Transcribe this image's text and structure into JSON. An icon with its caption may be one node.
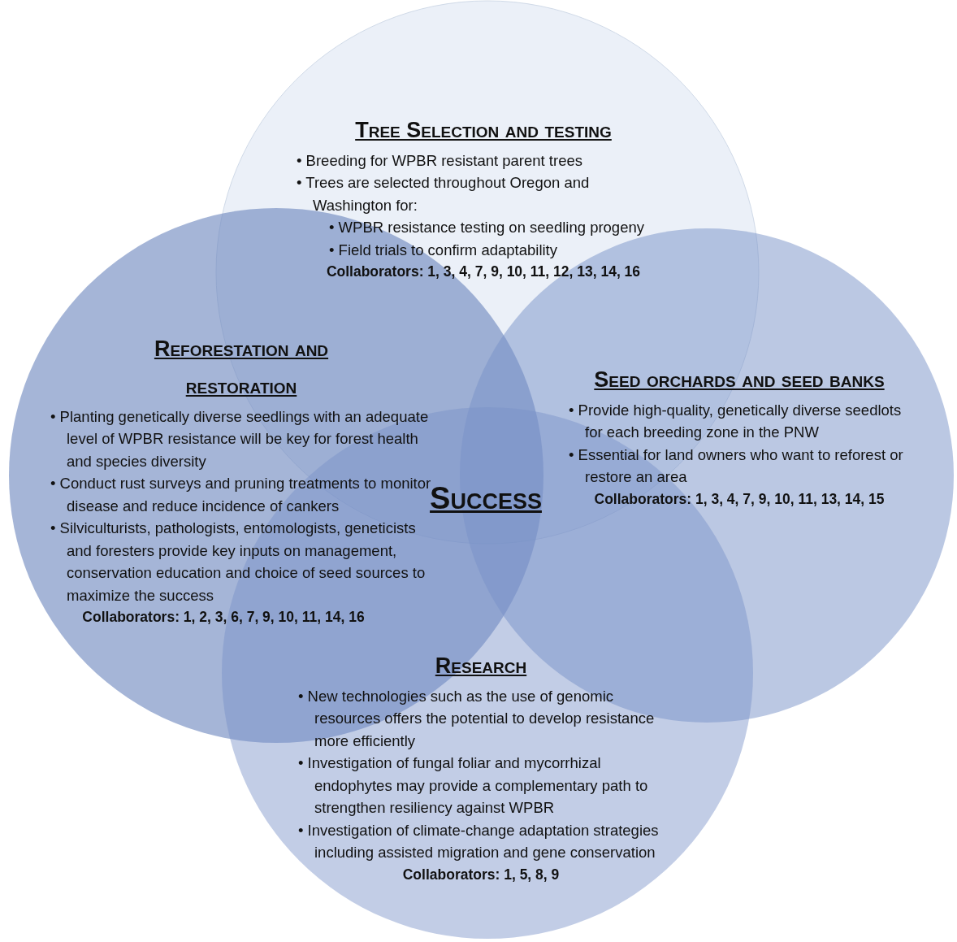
{
  "diagram": {
    "nodes": [
      {
        "text": [
          "Tree Selection and testing",
          "• Breeding for WPBR resistant parent trees",
          "• Trees are selected throughout Oregon and Washington for:",
          "• WPBR resistance testing on seedling progeny",
          "• Field trials to confirm adaptability",
          "Collaborators: 1, 3, 4, 7, 9, 10, 11, 12, 13, 14, 16"
        ]
      },
      {
        "text": [
          "Reforestation and restoration",
          "• Planting genetically diverse seedlings with an adequate level of WPBR resistance will be key for forest health and species diversity",
          "• Conduct rust surveys and pruning treatments to monitor disease and reduce incidence of cankers",
          "• Silviculturists, pathologists, entomologists, geneticists and foresters provide key inputs on management, conservation education and choice of seed sources to maximize the success",
          "Collaborators: 1, 2, 3, 6, 7, 9, 10, 11, 14, 16"
        ]
      },
      {
        "text": [
          "Seed orchards and seed banks",
          "• Provide high-quality, genetically diverse seedlots for each breeding zone in the PNW",
          "• Essential for land owners who want to reforest or restore an area",
          "Collaborators: 1, 3, 4, 7, 9, 10, 11, 13, 14, 15"
        ]
      },
      {
        "text": [
          "Research",
          "• New technologies such as the use of genomic resources offers the potential to develop resistance more efficiently",
          "• Investigation of fungal foliar and mycorrhizal endophytes may provide a complementary path to strengthen resiliency against WPBR",
          "• Investigation of climate-change adaptation strategies including assisted migration and gene conservation",
          "Collaborators: 1, 5, 8, 9"
        ]
      }
    ],
    "labels": [
      "Success"
    ]
  }
}
